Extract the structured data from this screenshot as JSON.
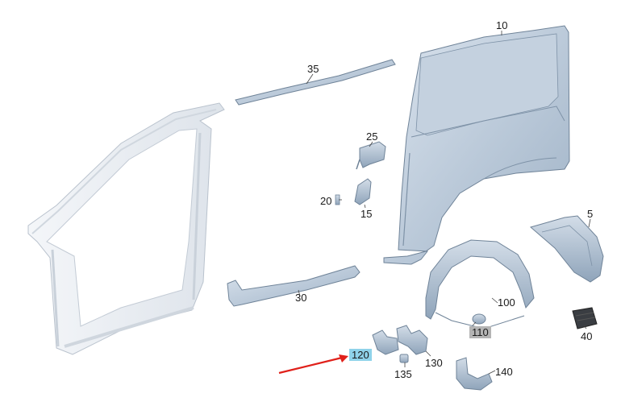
{
  "diagram": {
    "parts": [
      {
        "id": "p10",
        "label": "10"
      },
      {
        "id": "p35",
        "label": "35"
      },
      {
        "id": "p25",
        "label": "25"
      },
      {
        "id": "p20",
        "label": "20"
      },
      {
        "id": "p15",
        "label": "15"
      },
      {
        "id": "p5",
        "label": "5"
      },
      {
        "id": "p30",
        "label": "30"
      },
      {
        "id": "p100",
        "label": "100"
      },
      {
        "id": "p110",
        "label": "110"
      },
      {
        "id": "p40",
        "label": "40"
      },
      {
        "id": "p120",
        "label": "120"
      },
      {
        "id": "p130",
        "label": "130"
      },
      {
        "id": "p135",
        "label": "135"
      },
      {
        "id": "p140",
        "label": "140"
      }
    ],
    "highlighted_part": "120",
    "dimmed_part": "110",
    "colors": {
      "part_fill": "#c6d3e1",
      "part_stroke": "#6f8398",
      "frame_fill": "#eef1f5",
      "highlight_bg": "#8fd3ea",
      "dimmed_bg": "#b4b4b4",
      "arrow": "#e0201a",
      "leader": "#444444"
    }
  }
}
